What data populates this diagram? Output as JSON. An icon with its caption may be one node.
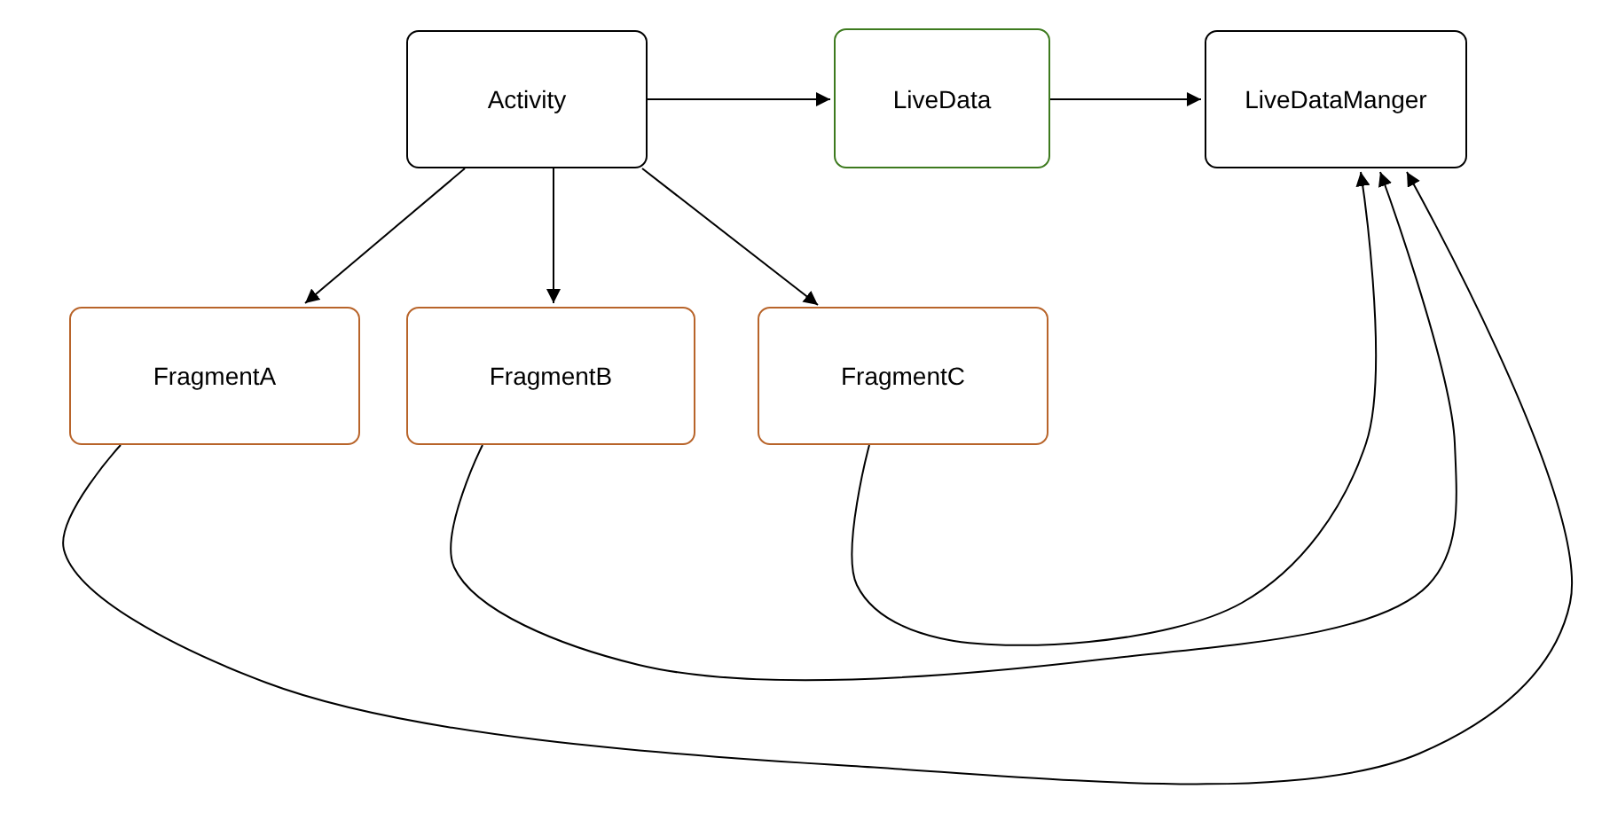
{
  "diagram": {
    "nodes": [
      {
        "text": [
          "Activity"
        ]
      },
      {
        "text": [
          "LiveData"
        ]
      },
      {
        "text": [
          "LiveDataManger"
        ]
      },
      {
        "text": [
          "FragmentA"
        ]
      },
      {
        "text": [
          "FragmentB"
        ]
      },
      {
        "text": [
          "FragmentC"
        ]
      }
    ],
    "edges": [
      {
        "from": 0,
        "to": 1,
        "arrow": "to"
      },
      {
        "from": 1,
        "to": 2,
        "arrow": "to"
      },
      {
        "from": 0,
        "to": 3,
        "arrow": "to"
      },
      {
        "from": 0,
        "to": 4,
        "arrow": "to"
      },
      {
        "from": 0,
        "to": 5,
        "arrow": "to"
      },
      {
        "from": 3,
        "to": 2,
        "arrow": "to"
      },
      {
        "from": 4,
        "to": 2,
        "arrow": "to"
      },
      {
        "from": 5,
        "to": 2,
        "arrow": "to"
      }
    ]
  }
}
